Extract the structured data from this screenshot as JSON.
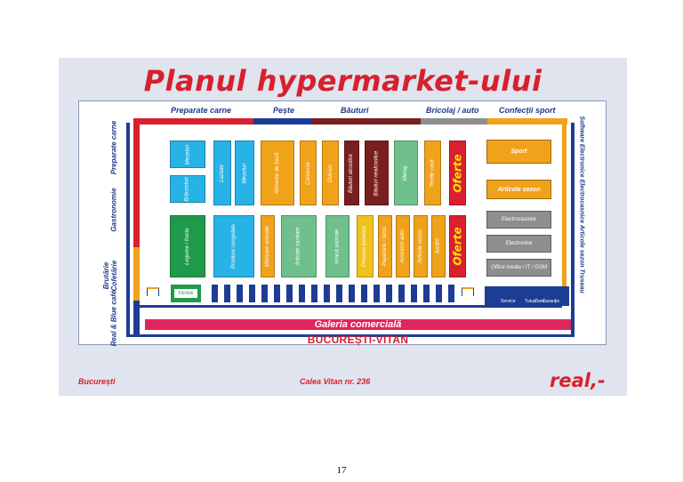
{
  "title": "Planul hypermarket-ului",
  "top_sections": [
    "Preparate carne",
    "Pește",
    "Băuturi",
    "Bricolaj / auto",
    "Confecții sport"
  ],
  "left_sections": [
    "Preparate carne",
    "Gastronomie",
    "Brutărie Cofetărie",
    "Real & Blue café"
  ],
  "right_section": "Software Electronice Electrocasnice Articole sezon Truseau",
  "departments": {
    "mezeluri": "Mezeluri",
    "branzeturi": "Brânzeturi",
    "lactate": "Lactate",
    "mezeluri2": "Mezeluri",
    "alimente_de_baza": "Alimente de bază",
    "conserve": "Conserve",
    "dulciuri": "Dulciuri",
    "bauturi_alcoolice": "Băuturi alcoolice",
    "bauturi_nealcoolice": "Băuturi nealcoolice",
    "menaj": "Menaj",
    "textile_casa": "Textile casă",
    "oferte_1": "Oferte",
    "legume_fructe": "Legume / fructe",
    "produse_congelate": "Produse congelate",
    "mancare_animale": "Mâncare animale",
    "articole_sanitare": "Articole sanitare",
    "hrana_animale": "Hrană animale",
    "produse_bebelusi": "Produse bebeluși",
    "papetarie_birou": "Papetărie / birou",
    "accesorii_auto": "Accesorii auto",
    "articole_sezon_small": "Articole sezon",
    "jucarii": "Jucării",
    "oferte_2": "Oferte",
    "sport": "Sport",
    "articole_sezon": "Articole sezon",
    "electrocasnice": "Electrocasnice",
    "electronice": "Electronice",
    "office_media": "Office media / IT / GSM",
    "florarie": "Florărie"
  },
  "services_row": [
    "Service",
    "Tutun",
    "Ziare",
    "Garanție"
  ],
  "galeria": "Galeria comercială",
  "location": "BUCUREȘTI-VITAN",
  "footer": {
    "city": "București",
    "address": "Calea Vitan nr. 236",
    "logo": "real,-"
  },
  "page_number": "17",
  "colors": {
    "red": "#d8202e",
    "blue": "#1c3d94",
    "orange": "#f0a21a",
    "cyan": "#27b3e6",
    "green": "#1f9a4a",
    "brown": "#7a1f1f",
    "gray": "#8e8e8e",
    "mint": "#6fc08d"
  }
}
